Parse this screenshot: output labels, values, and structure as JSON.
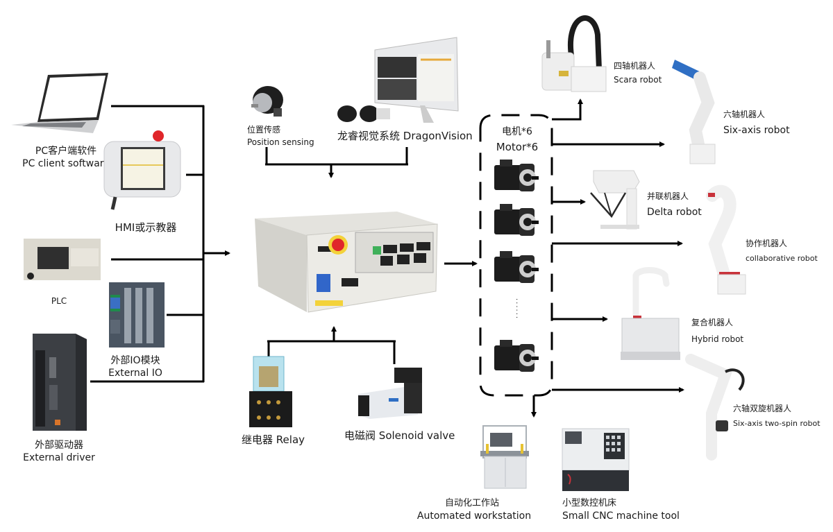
{
  "diagram": {
    "title": "Robot controller system architecture",
    "colors": {
      "line": "#000000",
      "background": "#ffffff",
      "estop": "#e0262a",
      "accent_blue": "#2f6fc4",
      "robot_red": "#c8323a"
    },
    "inputs_left": [
      {
        "id": "pc",
        "label_cn": "PC客户端软件",
        "label_en": "PC client software",
        "icon": "laptop-icon"
      },
      {
        "id": "hmi",
        "label_cn": "HMI或示教器",
        "label_en": "",
        "icon": "teach-pendant-icon"
      },
      {
        "id": "plc",
        "label_cn": "",
        "label_en": "PLC",
        "icon": "plc-icon"
      },
      {
        "id": "io",
        "label_cn": "外部IO模块",
        "label_en": "External IO",
        "icon": "io-module-icon"
      },
      {
        "id": "driver",
        "label_cn": "外部驱动器",
        "label_en": "External driver",
        "icon": "servo-driver-icon"
      }
    ],
    "inputs_top": [
      {
        "id": "encoder",
        "label_cn": "位置传感",
        "label_en": "Position sensing",
        "icon": "encoder-icon"
      },
      {
        "id": "vision",
        "label_cn": "龙睿视觉系统",
        "label_en": "DragonVision",
        "icon": "vision-system-icon"
      }
    ],
    "inputs_bottom": [
      {
        "id": "relay",
        "label_cn": "继电器",
        "label_en": "Relay",
        "icon": "relay-icon"
      },
      {
        "id": "valve",
        "label_cn": "电磁阀",
        "label_en": "Solenoid valve",
        "icon": "solenoid-valve-icon"
      }
    ],
    "controller": {
      "id": "controller",
      "icon": "controller-cabinet-icon"
    },
    "motors": {
      "label_cn": "电机*6",
      "label_en": "Motor*6",
      "count": 6,
      "ellipsis": "······"
    },
    "outputs_right": [
      {
        "id": "scara",
        "label_cn": "四轴机器人",
        "label_en": "Scara robot",
        "icon": "scara-robot-icon"
      },
      {
        "id": "sixaxis",
        "label_cn": "六轴机器人",
        "label_en": "Six-axis robot",
        "icon": "six-axis-robot-icon"
      },
      {
        "id": "delta",
        "label_cn": "并联机器人",
        "label_en": "Delta robot",
        "icon": "delta-robot-icon"
      },
      {
        "id": "collab",
        "label_cn": "协作机器人",
        "label_en": "collaborative robot",
        "icon": "collaborative-robot-icon"
      },
      {
        "id": "hybrid",
        "label_cn": "复合机器人",
        "label_en": "Hybrid robot",
        "icon": "hybrid-robot-icon"
      },
      {
        "id": "twospin",
        "label_cn": "六轴双旋机器人",
        "label_en": "Six-axis two-spin robot",
        "icon": "two-spin-robot-icon"
      }
    ],
    "outputs_bottom": [
      {
        "id": "workstation",
        "label_cn": "自动化工作站",
        "label_en": "Automated workstation",
        "icon": "workstation-icon"
      },
      {
        "id": "cnc",
        "label_cn": "小型数控机床",
        "label_en": "Small CNC machine tool",
        "icon": "cnc-machine-icon"
      }
    ]
  }
}
